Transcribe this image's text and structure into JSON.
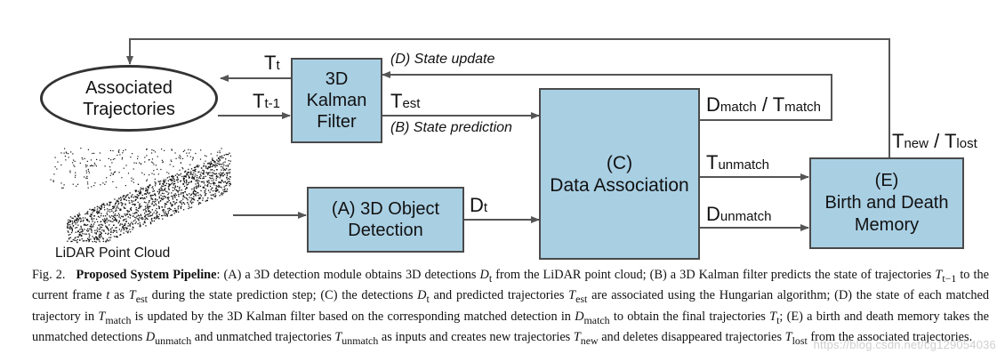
{
  "diagram": {
    "associated_trajectories": [
      "Associated",
      "Trajectories"
    ],
    "kalman_filter": [
      "3D",
      "Kalman",
      "Filter"
    ],
    "detection": [
      "(A) 3D Object",
      "Detection"
    ],
    "data_association": [
      "(C)",
      "Data Association"
    ],
    "birth_death": [
      "(E)",
      "Birth and Death",
      "Memory"
    ],
    "lidar_label": "LiDAR Point Cloud",
    "state_update": "(D) State update",
    "state_prediction": "(B) State prediction",
    "labels": {
      "T_t": {
        "main": "T",
        "sub": "t"
      },
      "T_t1": {
        "main": "T",
        "sub": "t-1"
      },
      "T_est": {
        "main": "T",
        "sub": "est"
      },
      "D_t": {
        "main": "D",
        "sub": "t"
      },
      "D_match": {
        "main": "D",
        "sub": "match"
      },
      "T_match": {
        "main": "T",
        "sub": "match"
      },
      "T_unmatch": {
        "main": "T",
        "sub": "unmatch"
      },
      "D_unmatch": {
        "main": "D",
        "sub": "unmatch"
      },
      "T_new": {
        "main": "T",
        "sub": "new"
      },
      "T_lost": {
        "main": "T",
        "sub": "lost"
      },
      "slash": "/"
    },
    "colors": {
      "box_fill": "#a9cfe3",
      "box_border": "#4a4a4a",
      "arrow": "#555555"
    }
  },
  "caption": {
    "fig": "Fig. 2.",
    "title": "Proposed System Pipeline",
    "p01": ": (A) a 3D detection module obtains 3D detections ",
    "v_Dt": "D",
    "s_t": "t",
    "p02": " from the LiDAR point cloud; (B) a 3D Kalman filter predicts the state of trajectories ",
    "v_T": "T",
    "s_t1": "t−1",
    "p03": " to the current frame ",
    "v_t": "t",
    "p04": " as ",
    "s_est": "est",
    "p05": " during the state prediction step; (C) the detections ",
    "p06": " and predicted trajectories ",
    "p07": " are associated using the Hungarian algorithm; (D) the state of each matched trajectory in ",
    "s_match": "match",
    "p08": " is updated by the 3D Kalman filter based on the corresponding matched detection in ",
    "p09": " to obtain the final trajectories ",
    "p10": "; (E) a birth and death memory takes the unmatched detections ",
    "s_unmatch": "unmatch",
    "p11": " and unmatched trajectories ",
    "p12": " as inputs and creates new trajectories ",
    "s_new": "new",
    "p13": " and deletes disappeared trajectories ",
    "s_lost": "lost",
    "p14": " from the associated trajectories."
  },
  "watermark": "https://blog.csdn.net/cg129054036"
}
